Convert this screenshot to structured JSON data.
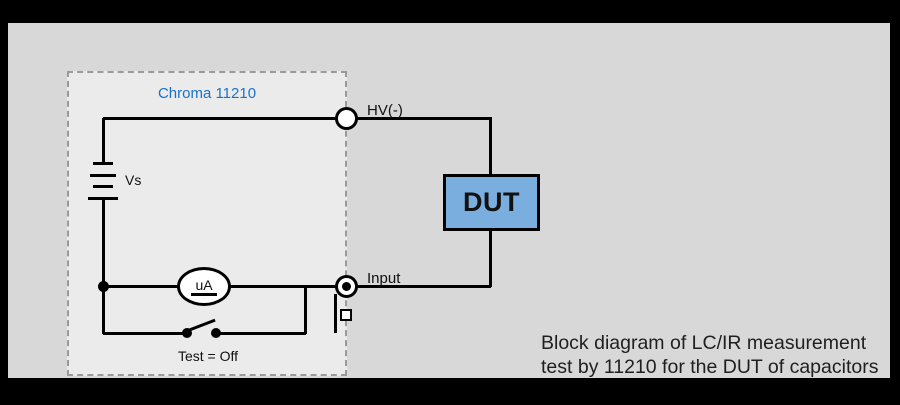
{
  "colors": {
    "frame_bg": "#000000",
    "canvas_bg": "#d8d8d8",
    "instrument_box_bg": "#ebebeb",
    "instrument_label_blue": "#1a72c8",
    "dut_fill": "#7aaede",
    "wire_black": "#000000",
    "caption_text": "#1f1f1f"
  },
  "instrument": {
    "label": "Chroma 11210"
  },
  "battery": {
    "label": "Vs"
  },
  "ammeter": {
    "label": "uA"
  },
  "switch": {
    "label": "Test = Off"
  },
  "dut": {
    "label": "DUT"
  },
  "terminals": {
    "hv": "HV(-)",
    "input": "Input"
  },
  "caption": {
    "line1": "Block diagram of LC/IR measurement",
    "line2": "test by 11210 for the DUT of capacitors"
  }
}
